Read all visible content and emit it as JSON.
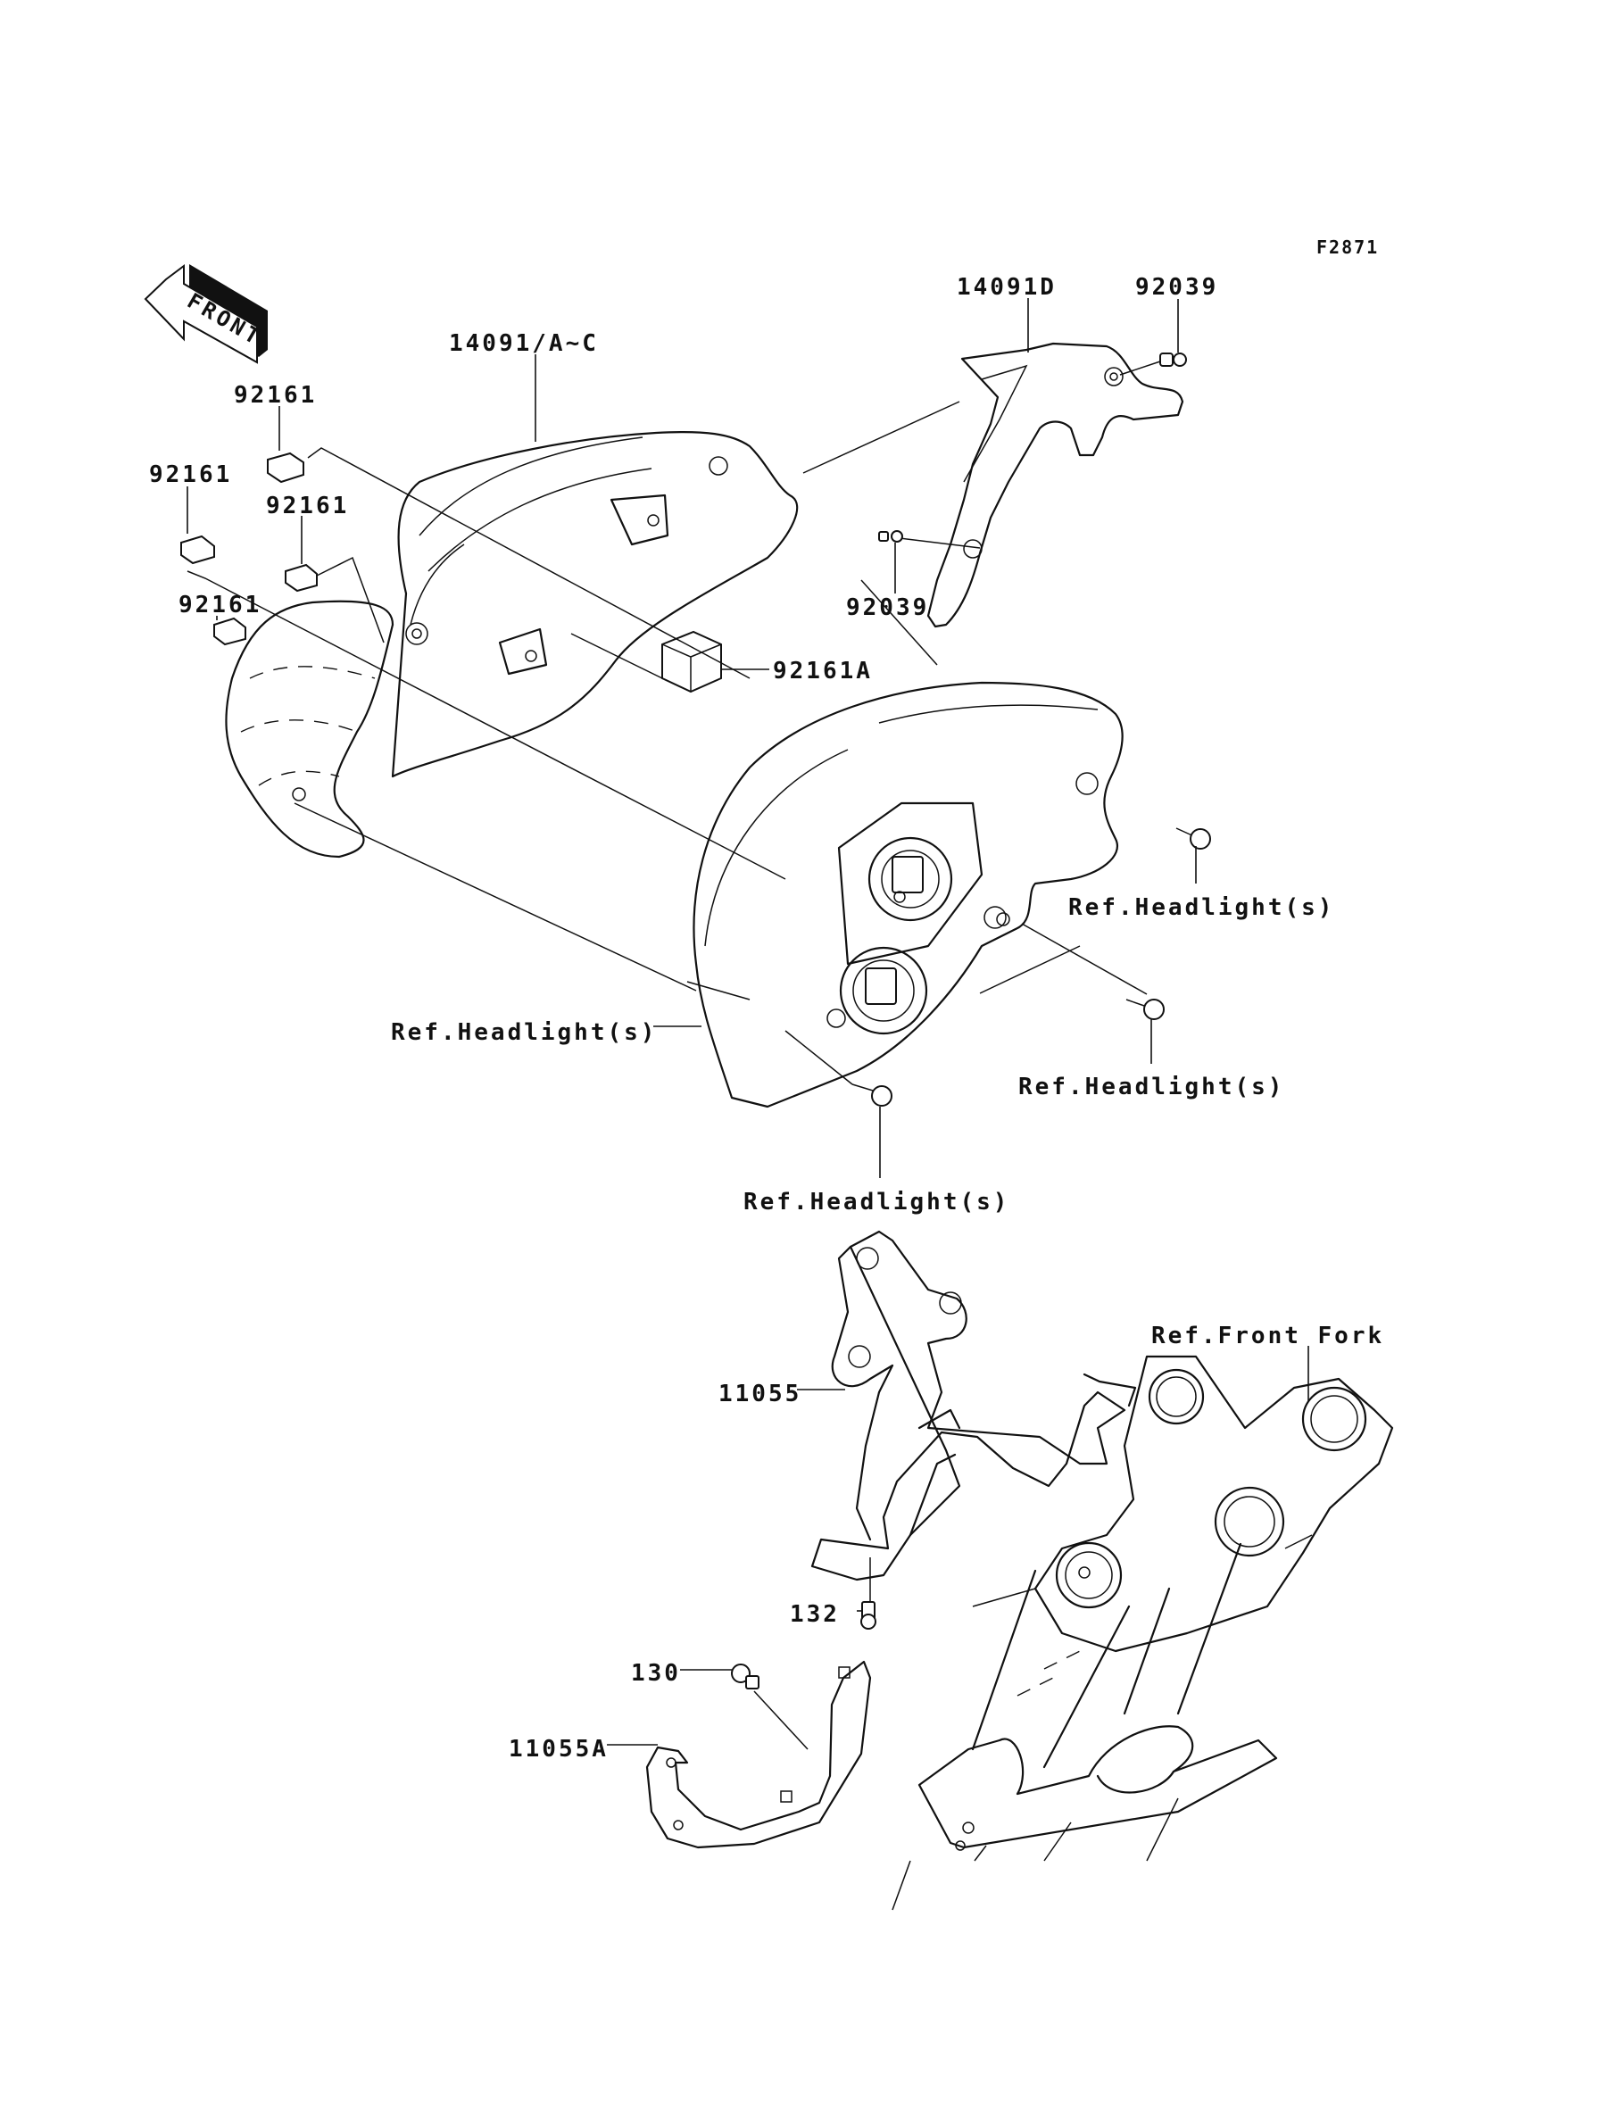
{
  "figure_id": "F2871",
  "direction_indicator": {
    "label": "FRONT",
    "icon": "front-arrow-icon"
  },
  "callouts": {
    "cowl_14091D": "14091D",
    "bolt_92039_top": "92039",
    "cowl_14091_ac": "14091/A~C",
    "damper_92161_1": "92161",
    "damper_92161_2": "92161",
    "damper_92161_3": "92161",
    "damper_92161_4": "92161",
    "bolt_92039_lower": "92039",
    "damper_92161A": "92161A",
    "ref_headlight_1": "Ref.Headlight(s)",
    "ref_headlight_2": "Ref.Headlight(s)",
    "ref_headlight_3": "Ref.Headlight(s)",
    "ref_headlight_4": "Ref.Headlight(s)",
    "ref_front_fork": "Ref.Front Fork",
    "stay_11055": "11055",
    "bolt_132": "132",
    "bolt_130": "130",
    "stay_11055A": "11055A"
  },
  "parts": [
    {
      "number": "14091/A~C",
      "kind": "upper cowl"
    },
    {
      "number": "14091D",
      "kind": "inner cover"
    },
    {
      "number": "92039",
      "kind": "bolt",
      "occurrences": 2
    },
    {
      "number": "92161",
      "kind": "damper",
      "occurrences": 4
    },
    {
      "number": "92161A",
      "kind": "damper"
    },
    {
      "number": "11055",
      "kind": "bracket"
    },
    {
      "number": "11055A",
      "kind": "bracket"
    },
    {
      "number": "130",
      "kind": "bolt"
    },
    {
      "number": "132",
      "kind": "bolt"
    }
  ],
  "references": [
    "Ref.Headlight(s)",
    "Ref.Front Fork"
  ]
}
